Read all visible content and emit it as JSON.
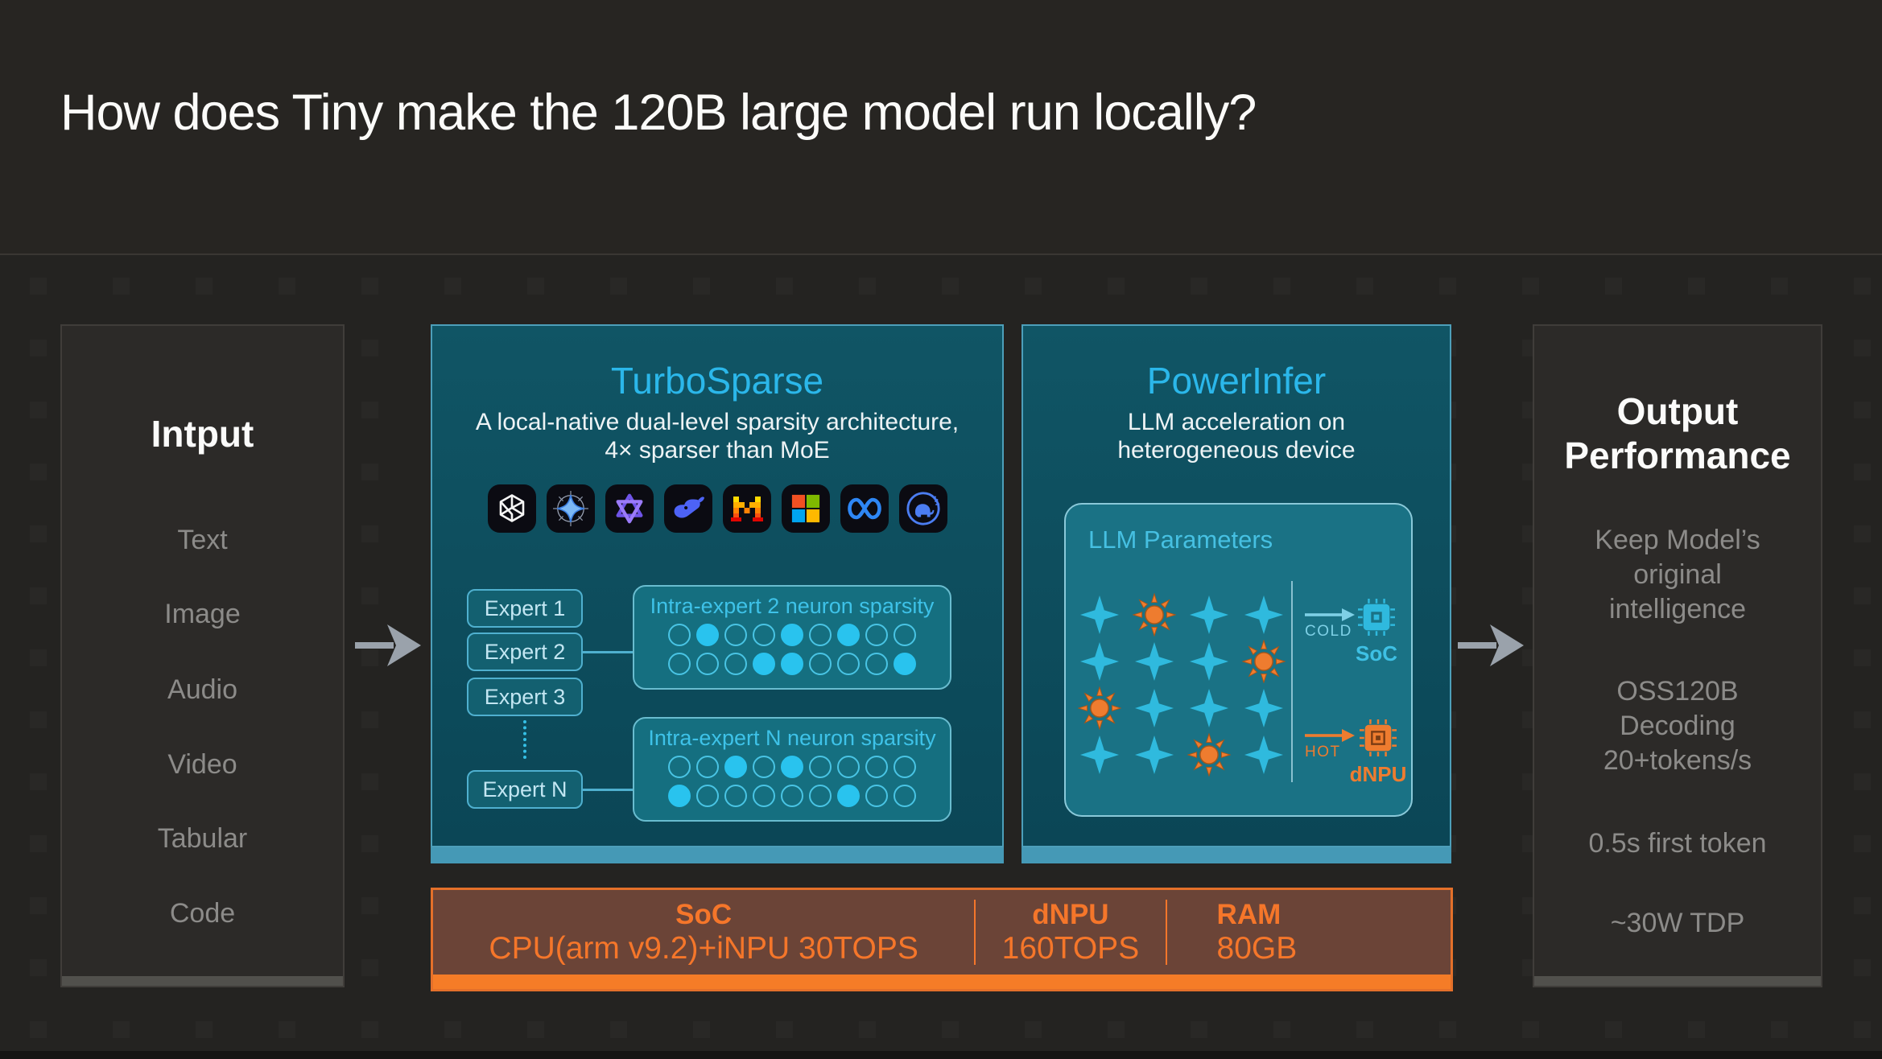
{
  "title": "How does Tiny make the 120B large model run locally?",
  "colors": {
    "accent_cyan": "#2bb7ea",
    "accent_orange": "#f5762a",
    "panel_teal": "#0f5362",
    "panel_dark": "#2c2a28",
    "arrow_gray": "#9aa2ab",
    "dot_fill": "#29c3ee",
    "sun_orange": "#ee7c2f"
  },
  "input_panel": {
    "title": "Intput",
    "items": [
      "Text",
      "Image",
      "Audio",
      "Video",
      "Tabular",
      "Code"
    ]
  },
  "turbosparse": {
    "title": "TurboSparse",
    "subtitle_line1": "A local-native dual-level sparsity architecture,",
    "subtitle_line2": "4× sparser than MoE",
    "logos": [
      "openai",
      "gemini-star",
      "qwen",
      "deepseek",
      "mistral",
      "microsoft",
      "meta",
      "elephant"
    ],
    "experts": [
      "Expert 1",
      "Expert 2",
      "Expert 3",
      "Expert N"
    ],
    "sparsity_boxes": [
      {
        "title": "Intra-expert 2 neuron sparsity",
        "rows": [
          [
            0,
            1,
            0,
            0,
            1,
            0,
            1,
            0,
            0
          ],
          [
            0,
            0,
            0,
            1,
            1,
            0,
            0,
            0,
            1
          ]
        ]
      },
      {
        "title": "Intra-expert N neuron sparsity",
        "rows": [
          [
            0,
            0,
            1,
            0,
            1,
            0,
            0,
            0,
            0
          ],
          [
            1,
            0,
            0,
            0,
            0,
            0,
            1,
            0,
            0
          ]
        ]
      }
    ]
  },
  "powerinfer": {
    "title": "PowerInfer",
    "subtitle_line1": "LLM acceleration on",
    "subtitle_line2": "heterogeneous device",
    "params_box": {
      "title": "LLM Parameters",
      "grid": [
        [
          "star",
          "sun",
          "star",
          "star"
        ],
        [
          "star",
          "star",
          "star",
          "sun"
        ],
        [
          "sun",
          "star",
          "star",
          "star"
        ],
        [
          "star",
          "star",
          "sun",
          "star"
        ]
      ],
      "cold_label": "COLD",
      "cold_target": "SoC",
      "hot_label": "HOT",
      "hot_target": "dNPU"
    }
  },
  "output_panel": {
    "title_line1": "Output",
    "title_line2": "Performance",
    "items": [
      "Keep Model’s original intelligence",
      "OSS120B Decoding 20+tokens/s",
      "0.5s first token",
      "~30W TDP"
    ]
  },
  "bottom_bar": {
    "sections": [
      {
        "title": "SoC",
        "value": "CPU(arm v9.2)+iNPU 30TOPS"
      },
      {
        "title": "dNPU",
        "value": "160TOPS"
      },
      {
        "title": "RAM",
        "value": "80GB"
      }
    ]
  }
}
